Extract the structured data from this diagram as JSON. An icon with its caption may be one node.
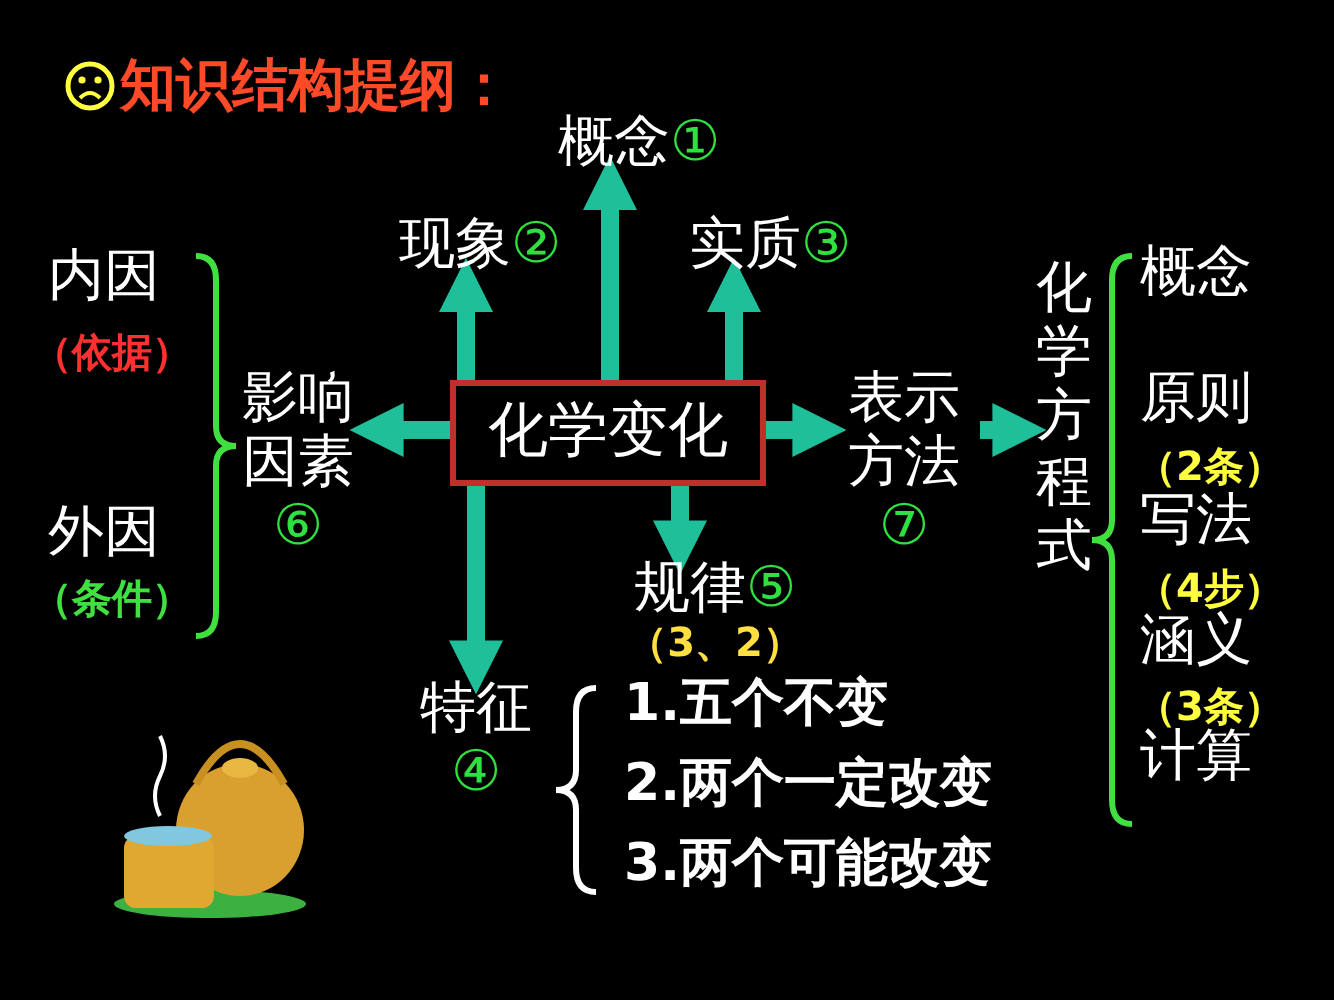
{
  "diagram": {
    "title": "知识结构提纲：",
    "nodes": [
      {
        "text": [
          "化学变化"
        ]
      },
      {
        "text": [
          "概念",
          "①"
        ]
      },
      {
        "text": [
          "现象",
          "②"
        ]
      },
      {
        "text": [
          "实质",
          "③"
        ]
      },
      {
        "text": [
          "影响因素",
          "⑥"
        ]
      },
      {
        "text": [
          "表示方法",
          "⑦"
        ]
      },
      {
        "text": [
          "规律",
          "⑤"
        ],
        "beside": [
          "（3、2）"
        ]
      },
      {
        "text": [
          "特征",
          "④"
        ]
      },
      {
        "text": [
          "化学方程式"
        ]
      }
    ],
    "edges": [
      {
        "from": 0,
        "to": 1,
        "arrow": "to"
      },
      {
        "from": 0,
        "to": 2,
        "arrow": "to"
      },
      {
        "from": 0,
        "to": 3,
        "arrow": "to"
      },
      {
        "from": 0,
        "to": 4,
        "arrow": "to"
      },
      {
        "from": 0,
        "to": 5,
        "arrow": "to"
      },
      {
        "from": 0,
        "to": 6,
        "arrow": "to"
      },
      {
        "from": 0,
        "to": 7,
        "arrow": "to"
      },
      {
        "from": 5,
        "to": 8,
        "arrow": "to"
      }
    ],
    "labels": [
      "内因",
      "（依据）",
      "外因",
      "（条件）",
      "概念",
      "原则",
      "（2条）",
      "写法",
      "（4步）",
      "涵义",
      "（3条）",
      "计算",
      "1.五个不变",
      "2.两个一定改变",
      "3.两个可能改变"
    ]
  }
}
